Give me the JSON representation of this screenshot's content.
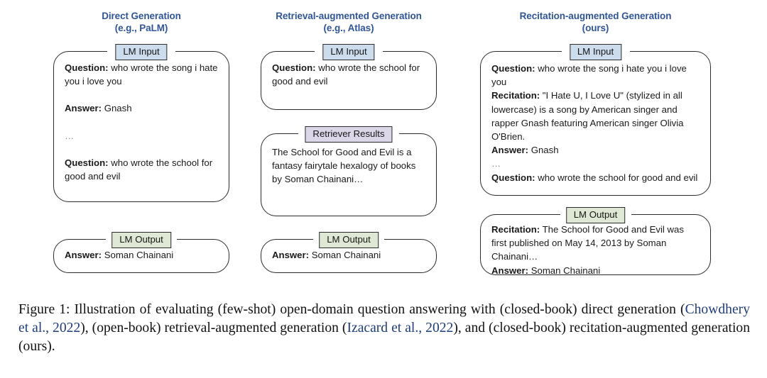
{
  "figure": {
    "columns": [
      {
        "id": "direct-generation",
        "title_main": "Direct Generation",
        "title_sub": "(e.g., PaLM)",
        "boxes": [
          {
            "id": "lm-input",
            "tab": "LM Input",
            "lines": [
              {
                "label": "Question:",
                "text": " who wrote the song i hate you i love you"
              },
              {
                "gap": true
              },
              {
                "label": "Answer:",
                "text": " Gnash"
              },
              {
                "gap": true
              },
              {
                "ellipsis": "…"
              },
              {
                "gap": true
              },
              {
                "label": "Question:",
                "text": " who wrote the school for good and evil"
              }
            ]
          },
          {
            "id": "lm-output",
            "tab": "LM Output",
            "lines": [
              {
                "label": "Answer:",
                "text": " Soman Chainani"
              }
            ]
          }
        ]
      },
      {
        "id": "retrieval-augmented-generation",
        "title_main": "Retrieval-augmented Generation",
        "title_sub": "(e.g., Atlas)",
        "boxes": [
          {
            "id": "lm-input",
            "tab": "LM Input",
            "lines": [
              {
                "label": "Question:",
                "text": " who wrote the school for good and evil"
              }
            ]
          },
          {
            "id": "retriever-results",
            "tab": "Retriever Results",
            "lines": [
              {
                "label": "",
                "text": "The School for Good and Evil is a fantasy fairytale hexalogy of books by Soman Chainani…"
              }
            ]
          },
          {
            "id": "lm-output",
            "tab": "LM Output",
            "lines": [
              {
                "label": "Answer:",
                "text": " Soman Chainani"
              }
            ]
          }
        ]
      },
      {
        "id": "recitation-augmented-generation",
        "title_main": "Recitation-augmented Generation",
        "title_sub": "(ours)",
        "boxes": [
          {
            "id": "lm-input",
            "tab": "LM Input",
            "lines": [
              {
                "label": "Question:",
                "text": " who wrote the song i hate you i love you"
              },
              {
                "label": "Recitation:",
                "text": " \"I Hate U, I Love U\" (stylized in all lowercase) is a song by American singer and rapper Gnash featuring American singer Olivia O'Brien."
              },
              {
                "label": "Answer:",
                "text": " Gnash"
              },
              {
                "ellipsis": "…"
              },
              {
                "label": "Question:",
                "text": " who wrote the school for good and evil"
              }
            ]
          },
          {
            "id": "lm-output",
            "tab": "LM Output",
            "lines": [
              {
                "label": "Recitation:",
                "text": " The School for Good and Evil was first published on May 14, 2013 by Soman Chainani…"
              },
              {
                "label": "Answer:",
                "text": " Soman Chainani"
              }
            ]
          }
        ]
      }
    ]
  },
  "caption": {
    "p1": "Figure 1: Illustration of evaluating (few-shot) open-domain question answering with (closed-book) direct generation (",
    "cite1": "Chowdhery et al., 2022",
    "p2": "), (open-book) retrieval-augmented generation (",
    "cite2": "Izacard et al., 2022",
    "p3": "), and (closed-book) recitation-augmented generation (ours)."
  },
  "colors": {
    "title": "#2f5597",
    "tab_input": "#ccdcec",
    "tab_output": "#dfe8d4",
    "tab_retriever": "#dbd7e8",
    "citation": "#1f3d7a",
    "border": "#2b2b2b"
  },
  "col1": {
    "title_main": "Direct Generation",
    "title_sub": "(e.g., PaLM)",
    "input_tab": "LM Input",
    "output_tab": "LM Output",
    "q1_label": "Question:",
    "q1_text": " who wrote the song i hate you i love you",
    "a1_label": "Answer:",
    "a1_text": " Gnash",
    "ellipsis": "…",
    "q2_label": "Question:",
    "q2_text": " who wrote the school for good and evil",
    "out_label": "Answer:",
    "out_text": " Soman Chainani"
  },
  "col2": {
    "title_main": "Retrieval-augmented Generation",
    "title_sub": "(e.g., Atlas)",
    "input_tab": "LM Input",
    "retriever_tab": "Retriever Results",
    "output_tab": "LM Output",
    "q1_label": "Question:",
    "q1_text": " who wrote the school for good and evil",
    "retriever_text": "The School for Good and Evil is a fantasy fairytale hexalogy of books by Soman Chainani…",
    "out_label": "Answer:",
    "out_text": " Soman Chainani"
  },
  "col3": {
    "title_main": "Recitation-augmented Generation",
    "title_sub": "(ours)",
    "input_tab": "LM Input",
    "output_tab": "LM Output",
    "q1_label": "Question:",
    "q1_text": " who wrote the song i hate you i love you",
    "rec1_label": "Recitation:",
    "rec1_text": " \"I Hate U, I Love U\" (stylized in all lowercase) is a song by American singer and rapper Gnash featuring American singer Olivia O'Brien.",
    "a1_label": "Answer:",
    "a1_text": " Gnash",
    "ellipsis": "…",
    "q2_label": "Question:",
    "q2_text": " who wrote the school for good and evil",
    "out_rec_label": "Recitation:",
    "out_rec_text": " The School for Good and Evil was first published on May 14, 2013 by Soman Chainani…",
    "out_ans_label": "Answer:",
    "out_ans_text": " Soman Chainani"
  }
}
